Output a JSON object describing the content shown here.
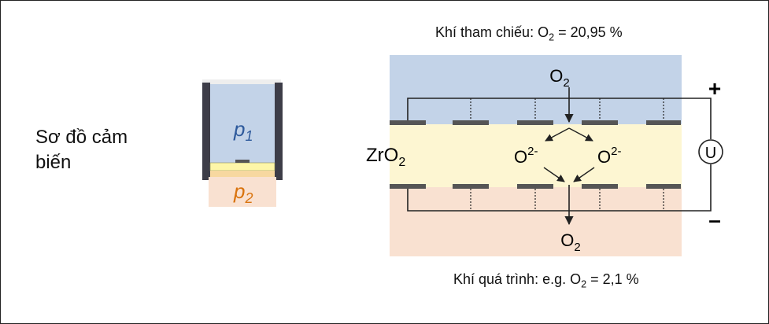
{
  "caption": {
    "line1": "Sơ đồ cảm",
    "line2": "biến"
  },
  "small_sensor": {
    "p1": "p",
    "p1_sub": "1",
    "p2": "p",
    "p2_sub": "2"
  },
  "reference_gas": {
    "prefix": "Khí tham chiếu: O",
    "sub": "2",
    "suffix": " = 20,95 %"
  },
  "process_gas": {
    "prefix": "Khí quá trình: e.g. O",
    "sub": "2",
    "suffix": " = 2,1 %"
  },
  "diagram": {
    "o2_top": "O",
    "o2_top_sub": "2",
    "o2_bottom": "O",
    "o2_bottom_sub": "2",
    "ion_left": "O",
    "ion_left_sup": "2-",
    "ion_right": "O",
    "ion_right_sup": "2-",
    "zro2": "ZrO",
    "zro2_sub": "2",
    "plus": "+",
    "minus": "–",
    "voltmeter": "U"
  },
  "colors": {
    "reference_zone": "#c3d3e8",
    "electrolyte": "#fdf6d2",
    "process_zone": "#f9e1d1",
    "p1_color": "#2e5a9c",
    "p2_color": "#d9730d",
    "electrode": "#555555"
  }
}
